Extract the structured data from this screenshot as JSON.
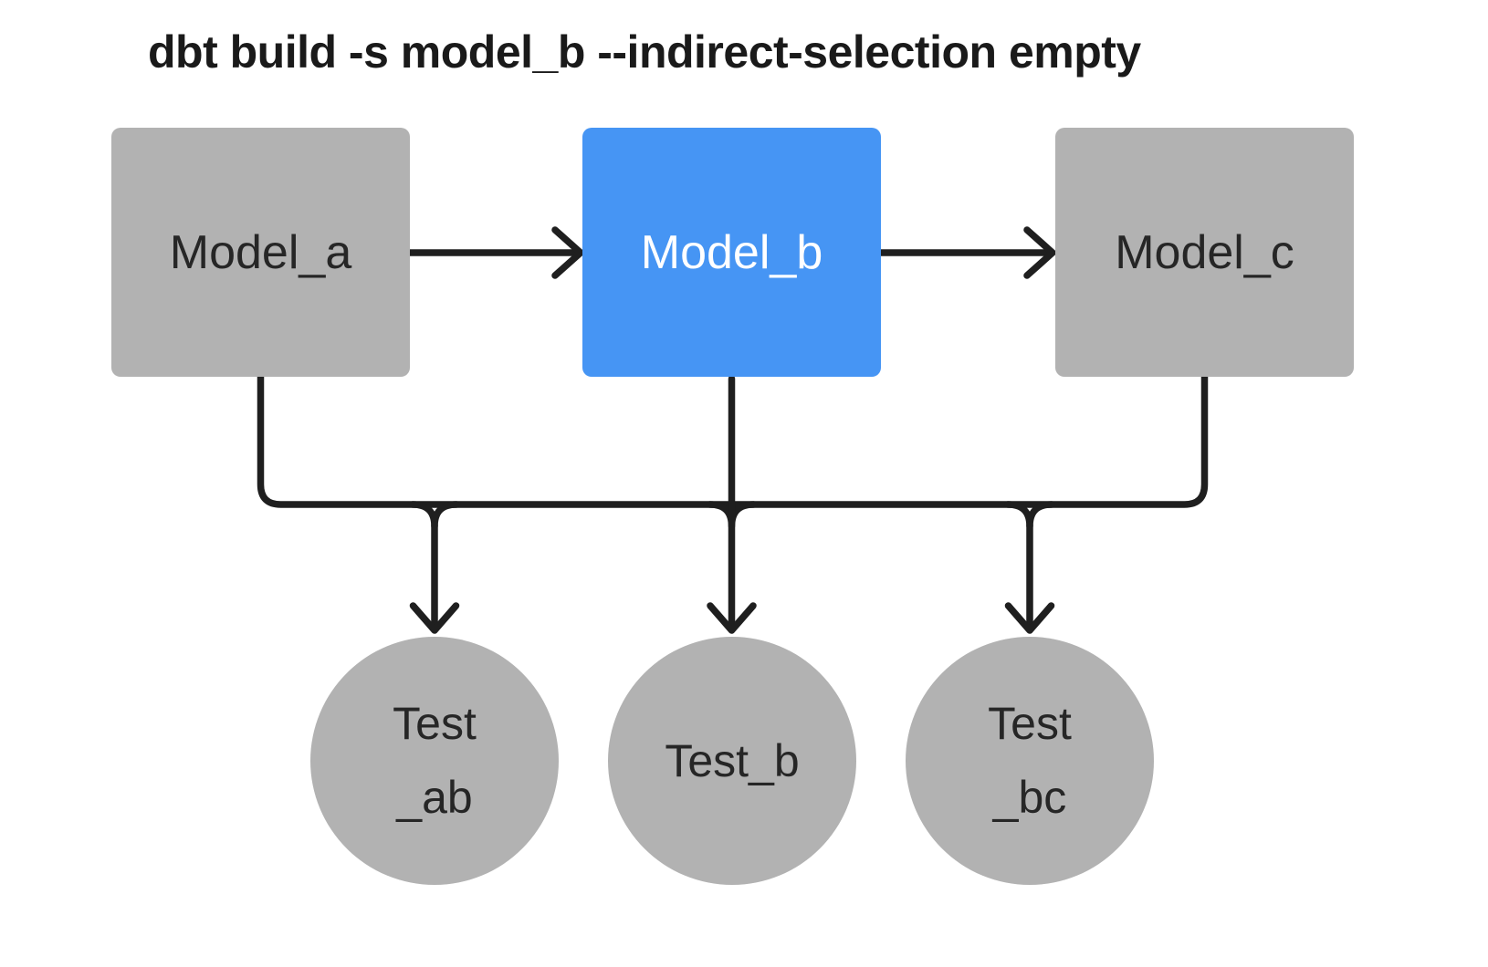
{
  "title": "dbt build -s model_b --indirect-selection empty",
  "colors": {
    "background": "#ffffff",
    "node_fill": "#b2b2b2",
    "selected_fill": "#4695f4",
    "line": "#1f1f1f",
    "title_text": "#1a1a1a",
    "text_dark": "#262626",
    "text_light": "#ffffff"
  },
  "models": [
    {
      "id": "model_a",
      "label": "Model_a",
      "selected": false
    },
    {
      "id": "model_b",
      "label": "Model_b",
      "selected": true
    },
    {
      "id": "model_c",
      "label": "Model_c",
      "selected": false
    }
  ],
  "tests": [
    {
      "id": "test_ab",
      "lines": [
        "Test",
        "_ab"
      ]
    },
    {
      "id": "test_b",
      "lines": [
        "Test_b"
      ]
    },
    {
      "id": "test_bc",
      "lines": [
        "Test",
        "_bc"
      ]
    }
  ],
  "edges": [
    {
      "from": "model_a",
      "to": "model_b"
    },
    {
      "from": "model_b",
      "to": "model_c"
    },
    {
      "from": "model_a",
      "to": "test_ab"
    },
    {
      "from": "model_b",
      "to": "test_ab"
    },
    {
      "from": "model_b",
      "to": "test_b"
    },
    {
      "from": "model_b",
      "to": "test_bc"
    },
    {
      "from": "model_c",
      "to": "test_bc"
    }
  ]
}
